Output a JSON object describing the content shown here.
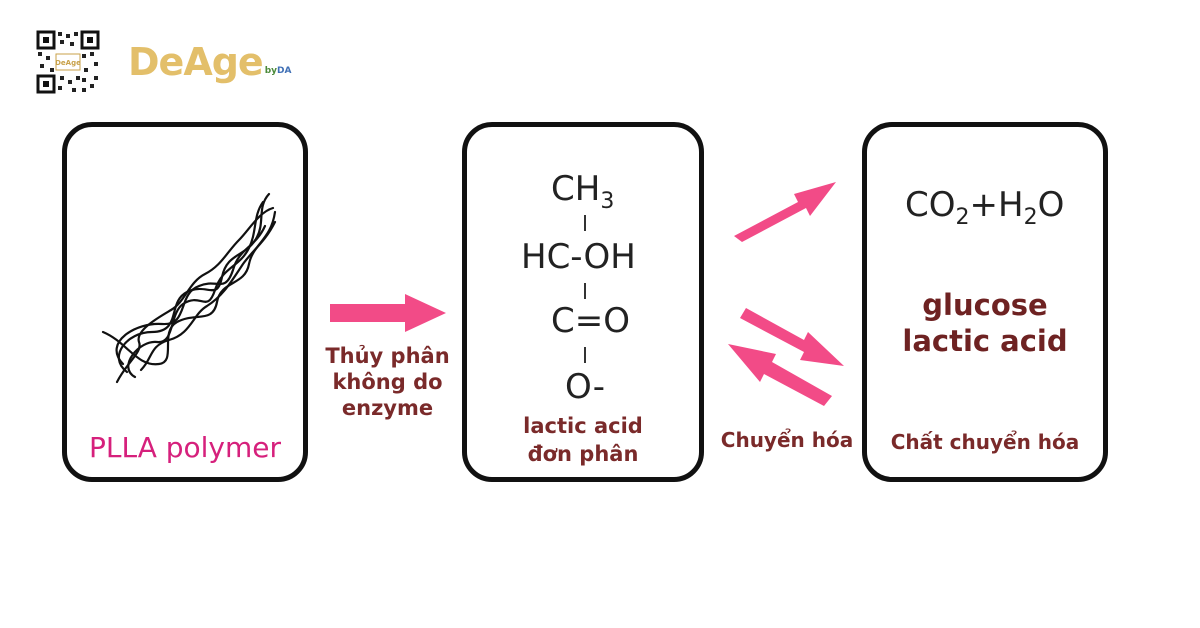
{
  "brand": {
    "name": "DeAge",
    "by": "by",
    "by_org": "DA",
    "qr_label": "DeAge"
  },
  "colors": {
    "arrow": "#f24b87",
    "plla_text": "#d6207c",
    "caption": "#7a2a2a",
    "brand": "#e3bf6a"
  },
  "box1": {
    "caption": "PLLA polymer"
  },
  "arrow1": {
    "label_lines": [
      "Thủy phân",
      "không do",
      "enzyme"
    ]
  },
  "box2": {
    "formula": {
      "line1_main": "CH",
      "line1_sub": "3",
      "line2": "HC-OH",
      "line3": "C=O",
      "line4": "O-"
    },
    "caption_lines": [
      "lactic acid",
      "đơn phân"
    ]
  },
  "conversion": {
    "label": "Chuyển hóa"
  },
  "box3": {
    "formula": {
      "p1": "CO",
      "s1": "2",
      "p2": "+H",
      "s2": "2",
      "p3": "O"
    },
    "main_lines": [
      "glucose",
      "lactic acid"
    ],
    "caption": "Chất chuyển hóa"
  }
}
